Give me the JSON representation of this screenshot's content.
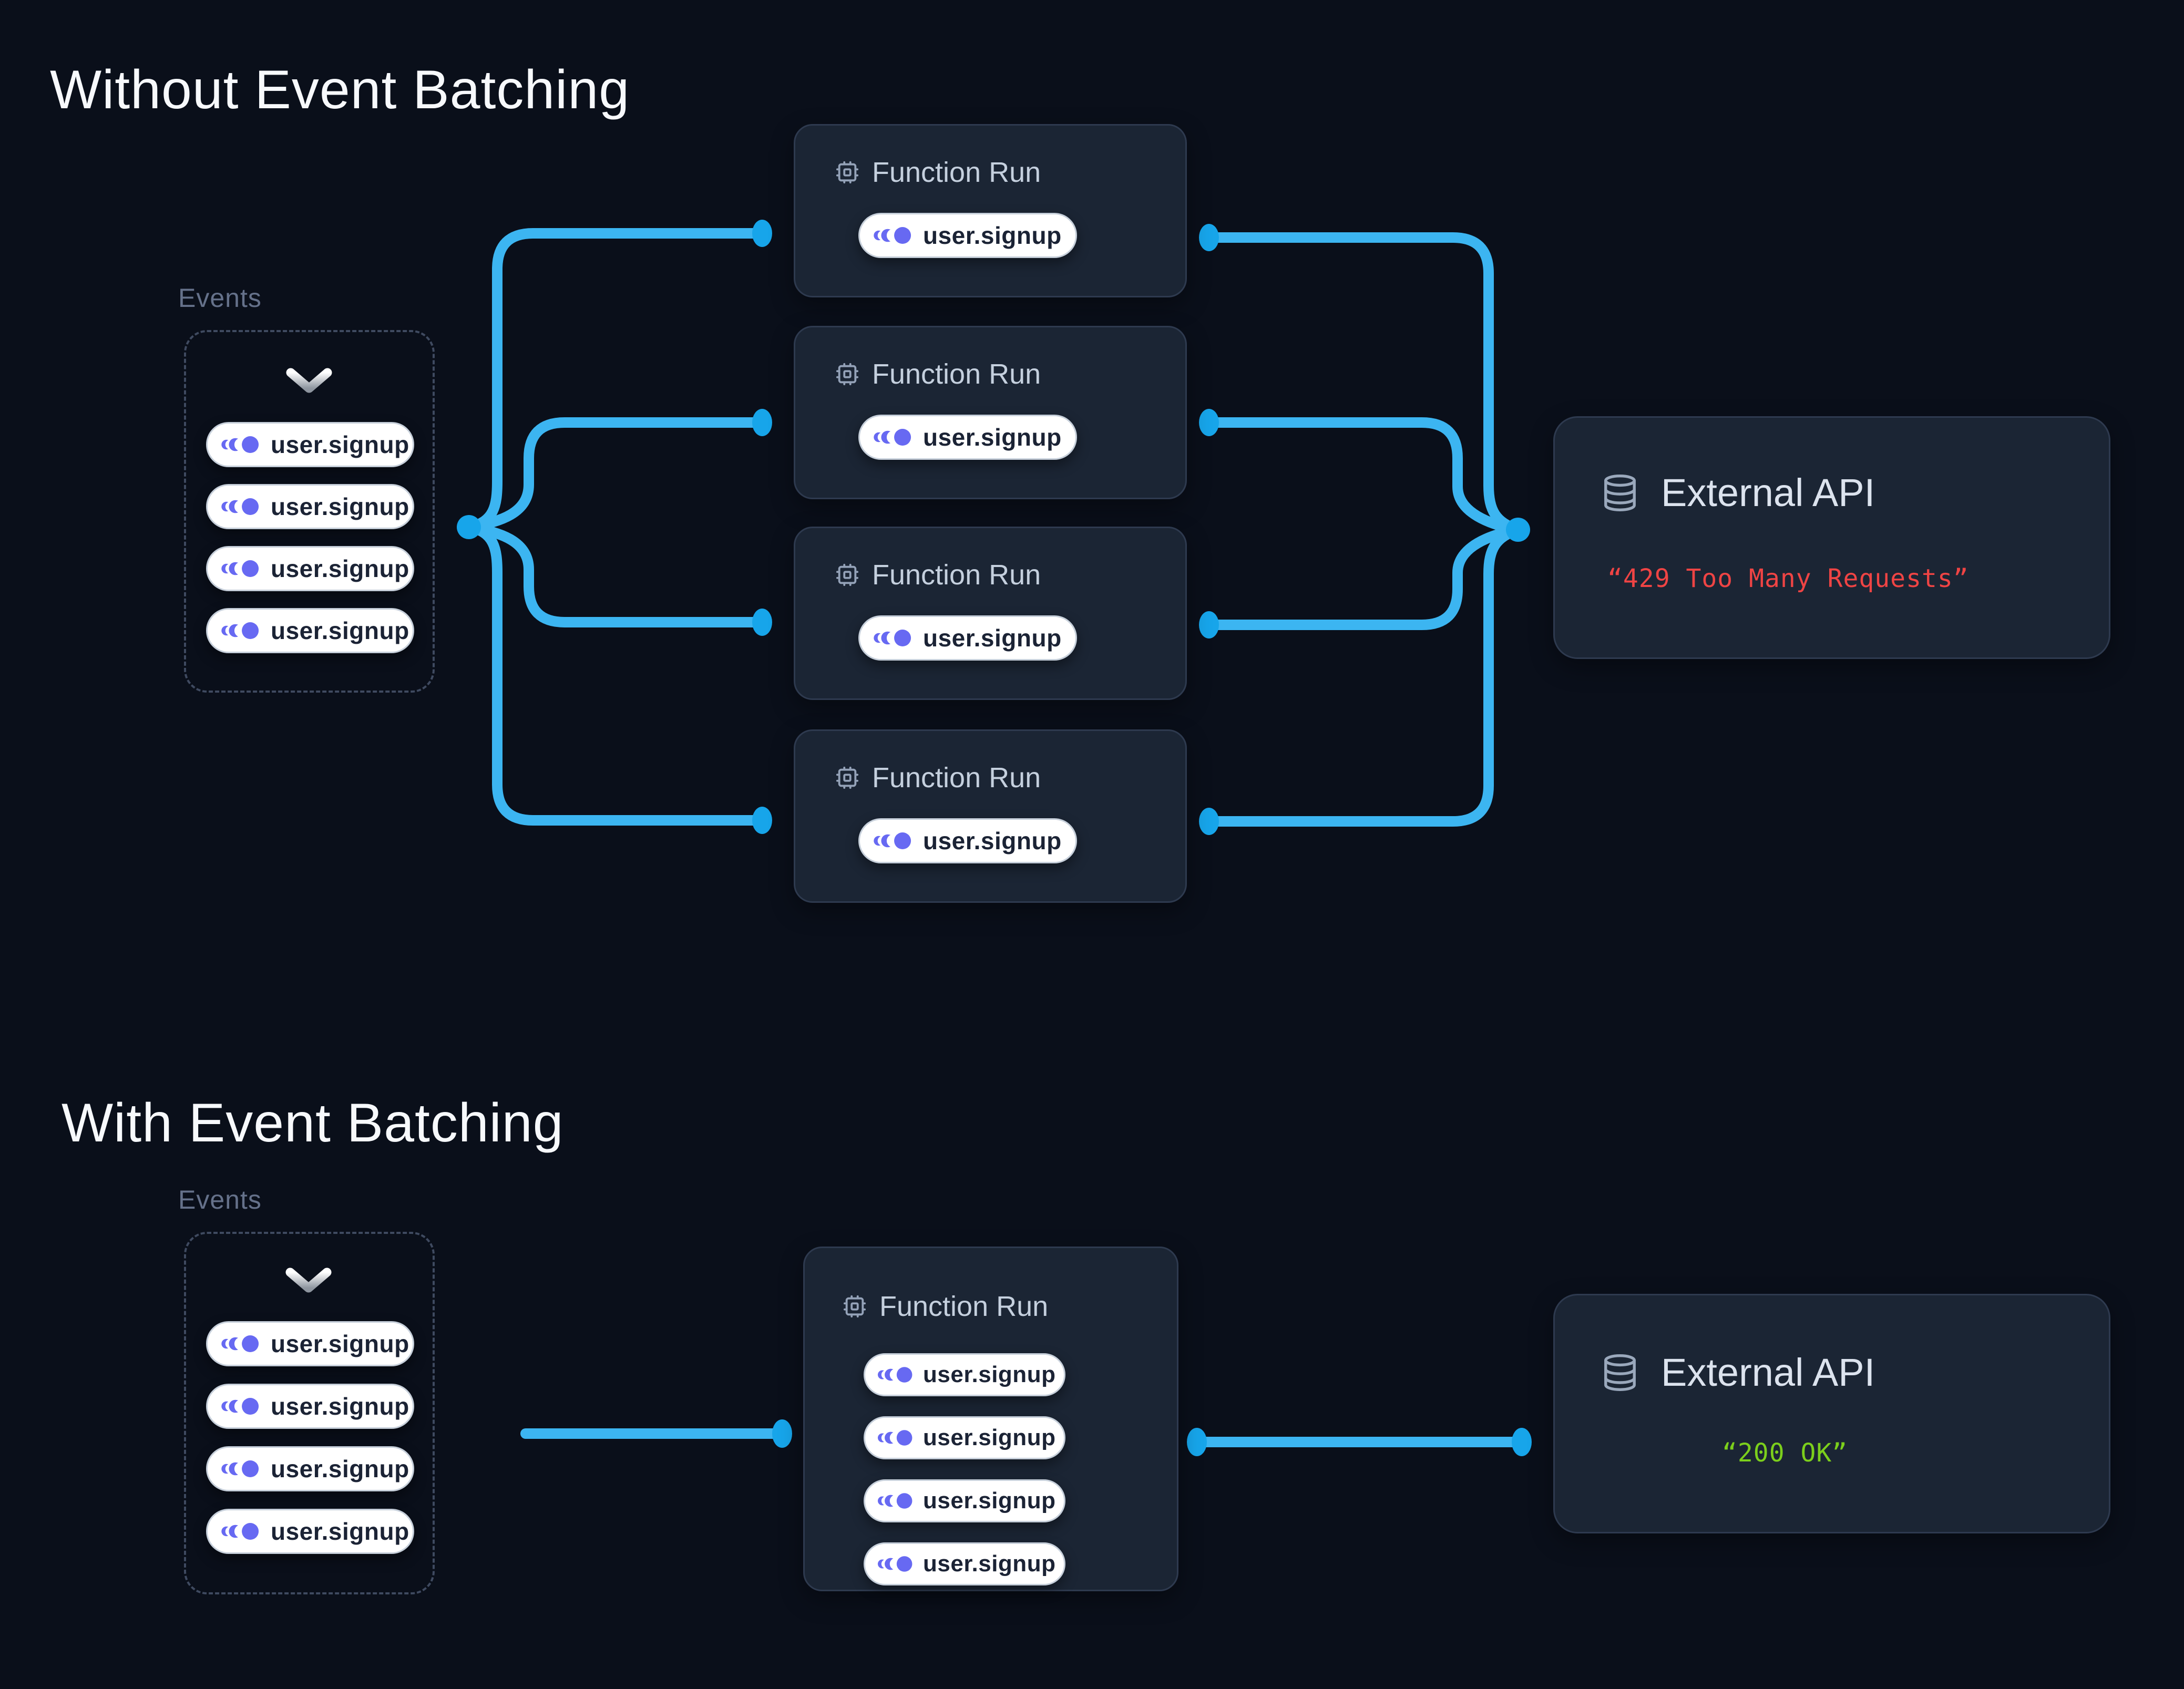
{
  "colors": {
    "background": "#0a0f1a",
    "card_background": "#1b2534",
    "card_border": "#2e3a4f",
    "connector_blue": "#3cb5f1",
    "connector_dot_blue": "#17a5ea",
    "event_icon_indigo": "#6769f2",
    "pill_text": "#1b2335",
    "error_red": "#ef4444",
    "success_green": "#7ccf1c",
    "muted_label_gray": "#65718a"
  },
  "without_batching": {
    "title": "Without Event Batching",
    "events_label": "Events",
    "event_pills": [
      "user.signup",
      "user.signup",
      "user.signup",
      "user.signup"
    ],
    "function_runs": [
      {
        "title": "Function Run",
        "pills": [
          "user.signup"
        ]
      },
      {
        "title": "Function Run",
        "pills": [
          "user.signup"
        ]
      },
      {
        "title": "Function Run",
        "pills": [
          "user.signup"
        ]
      },
      {
        "title": "Function Run",
        "pills": [
          "user.signup"
        ]
      }
    ],
    "external_api": {
      "title": "External API",
      "response": "“429 Too Many Requests”"
    }
  },
  "with_batching": {
    "title": "With Event Batching",
    "events_label": "Events",
    "event_pills": [
      "user.signup",
      "user.signup",
      "user.signup",
      "user.signup"
    ],
    "function_runs": [
      {
        "title": "Function Run",
        "pills": [
          "user.signup",
          "user.signup",
          "user.signup",
          "user.signup"
        ]
      }
    ],
    "external_api": {
      "title": "External API",
      "response": "“200 OK”"
    }
  }
}
